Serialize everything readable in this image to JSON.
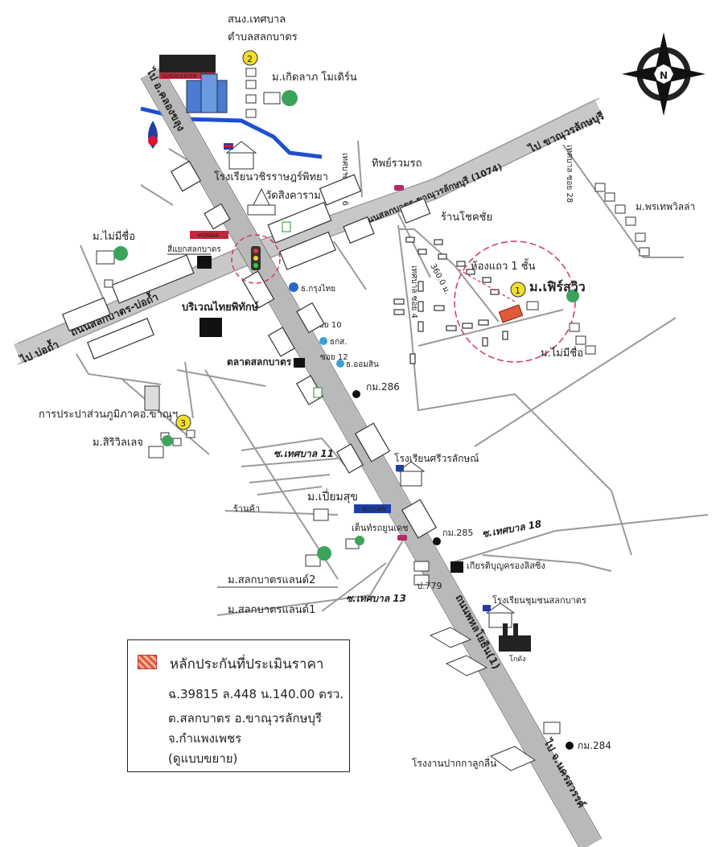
{
  "map": {
    "roads": {
      "main_north_label": "ไป อ.คลองขลุง",
      "main_south_label": "ไป จ.นครสวรรค์",
      "highway_name": "ถนนพหลโยธิน(1)",
      "cross_road_east_label": "ไป ขาณุวรลักษบุรี",
      "cross_road_west_label": "ไป บ่อถ้ำ",
      "cross_road_east_name": "ถนนสลกบาตร-ขาณุวรลักษบุรี (1074)",
      "cross_road_west_name": "ถนนสลกบาตร-บ่อถ้ำ",
      "soi_6": "เทศบาล ซอย 6",
      "soi_4": "เทศบาล ซอย 4",
      "soi_28": "เทศบาล ซอย 28",
      "soi_10": "ซอย 10",
      "soi_12": "ซอย 12",
      "soi_11": "ซ.เทศบาล 11",
      "soi_13": "ซ.เทศบาล 13",
      "soi_18": "ซ.เทศบาล 18",
      "intersection": "สี่แยกสลกบาตร"
    },
    "places": {
      "municipal_office": "สนง.เทศบาล",
      "municipal_office_2": "ตำบลสลกบาตร",
      "lotus": "Lotus",
      "lotus_sub": "SUPERCENTER",
      "moo_kerdlarb": "ม.เกิดลาภ โมเดิร์น",
      "school_wachira": "โรงเรียนวชิรราษฎร์พิทยา",
      "wat": "วัดสิงคาราม",
      "honda": "HONDA",
      "tippayawan": "ทิพย์รวมรถ",
      "shop_chokchai": "ร้านโชคชัย",
      "moo_noname_w": "ม.ไม่มีชื่อ",
      "krungthai": "ธ.กรุงไทย",
      "thai_pitak": "บริเวณไทยพิทักษ์",
      "baac": "ธกส.",
      "gsb": "ธ.ออมสิน",
      "market": "ตลาดสลกบาตร",
      "km286": "กม.286",
      "waterworks": "การประปาส่วนภูมิภาคอ.ขาณุฯ",
      "moo_siriwil": "ม.สิริวิลเลจ",
      "school_sriwaralak": "โรงเรียนศรีวรลักษณ์",
      "moo_pienmsuk": "ม.เปี่ยมสุข",
      "shop": "ร้านค้า",
      "nissan": "NISSAN",
      "tent": "เต็นท์รถยูนเดช",
      "km285": "กม.285",
      "kiatdibun": "เกียรติบุญครองลิสซิ่ง",
      "post_779": "ป.779",
      "moo_land2": "ม.สลกบาตรแลนด์2",
      "moo_land1": "ม.สลกบาตรแลนด์1",
      "school_chumchon": "โรงเรียนชุมชนสลกบาตร",
      "warehouse": "โกดัง",
      "km284": "กม.284",
      "factory": "โรงงานปากกาลูกลื่น",
      "moo_pornthep": "ม.พรเทพวิลล่า",
      "moo_noname_e": "ม.ไม่มีชื่อ",
      "row_house": "ห้องแถว 1 ชั้น",
      "moo_free_view": "ม.เฟิร์สวิว",
      "distance": "360.0 ม.",
      "marker_1": "1",
      "marker_2": "2",
      "marker_3": "3",
      "compass_n": "N"
    }
  },
  "legend": {
    "title": "หลักประกันที่ประเมินราคา",
    "line1": "ฉ.39815 ล.448 น.140.00 ตรว.",
    "line2": "ต.สลกบาตร  อ.ขาณุวรลักษบุรี",
    "line3": "จ.กำแพงเพชร",
    "line4": "(ดูแบบขยาย)"
  },
  "colors": {
    "main_road": "#b9b9b9",
    "secondary_road": "#c8c8c8",
    "thin_road": "#9a9a9a",
    "canal": "#1f4fd0",
    "circle": "#d2356a",
    "marker_fill": "#f3dd2c",
    "highlight_text": "#c71585",
    "subject_parcel": "#e05a3a"
  }
}
